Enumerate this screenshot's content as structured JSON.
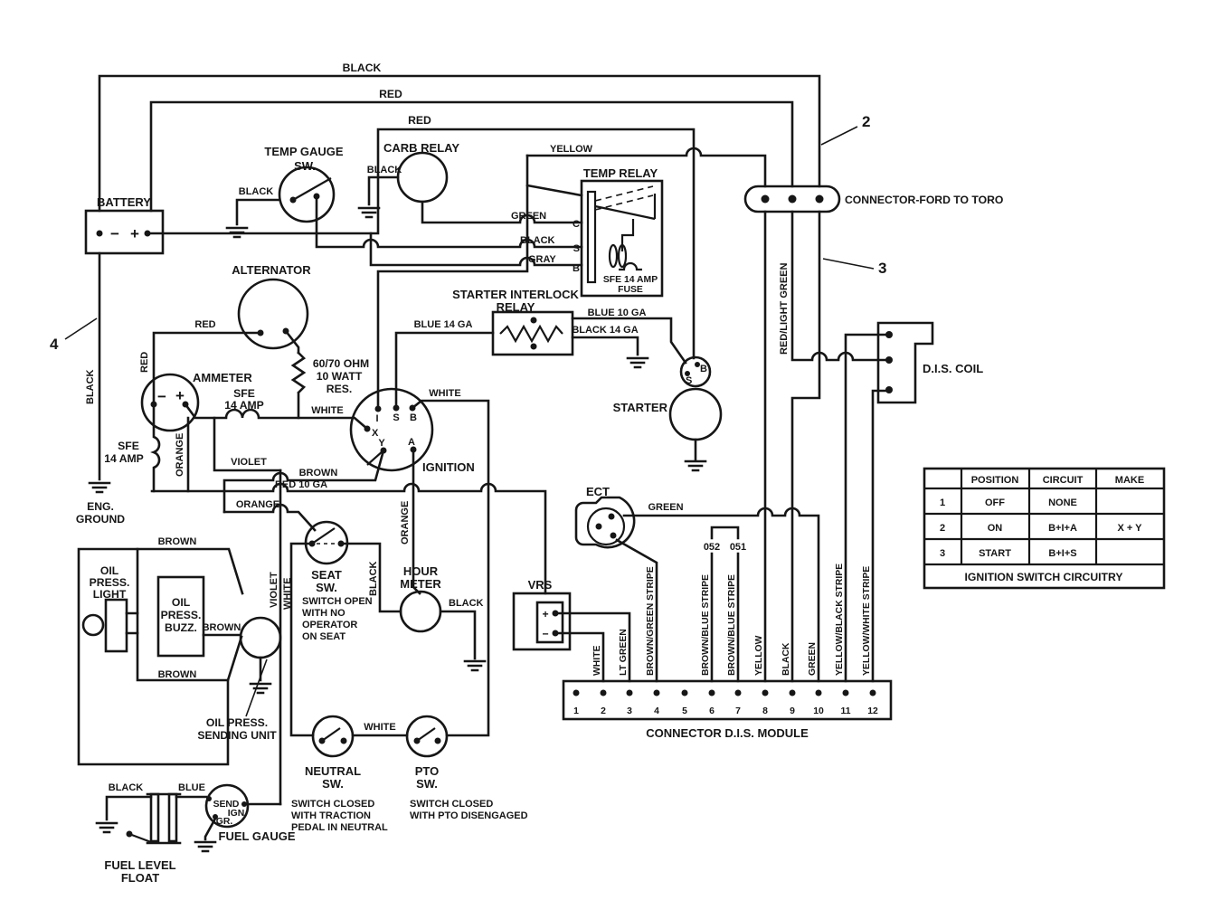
{
  "callouts": {
    "two": "2",
    "three": "3",
    "four": "4"
  },
  "battery": {
    "title": "BATTERY",
    "minus": "−",
    "plus": "+"
  },
  "wires": {
    "top_black": "BLACK",
    "top_red": "RED",
    "mid_red": "RED",
    "tempsw_black": "BLACK",
    "carb_black": "BLACK",
    "yellow": "YELLOW",
    "green": "GREEN",
    "black_s": "BLACK",
    "gray": "GRAY",
    "red_lt_green": "RED/LIGHT GREEN",
    "alt_red": "RED",
    "amm_red": "RED",
    "white_amm": "WHITE",
    "orange_amm": "ORANGE",
    "violet": "VIOLET",
    "brown": "BROWN",
    "red_10ga": "RED 10 GA",
    "orange_mid": "ORANGE",
    "orange_ign": "ORANGE",
    "blue_14ga": "BLUE 14 GA",
    "blue_10ga": "BLUE 10 GA",
    "black_14ga": "BLACK 14 GA",
    "white_ign": "WHITE",
    "violet_col": "VIOLET",
    "white_col": "WHITE",
    "black_seat": "BLACK",
    "black_hour": "BLACK",
    "green_ect": "GREEN",
    "white_neutral": "WHITE",
    "brown_top": "BROWN",
    "brown_mid": "BROWN",
    "brown_bot": "BROWN",
    "fuel_black": "BLACK",
    "fuel_blue": "BLUE"
  },
  "temp_gauge_sw": {
    "l1": "TEMP GAUGE",
    "l2": "SW."
  },
  "carb_relay": {
    "title": "CARB RELAY"
  },
  "temp_relay": {
    "title": "TEMP RELAY",
    "fuse1": "SFE 14 AMP",
    "fuse2": "FUSE",
    "c": "C",
    "s": "S",
    "b": "B"
  },
  "connector_ford": {
    "label": "CONNECTOR-FORD TO TORO"
  },
  "dis_coil": {
    "label": "D.I.S. COIL"
  },
  "alternator": {
    "title": "ALTERNATOR"
  },
  "ammeter": {
    "title": "AMMETER",
    "minus": "−",
    "plus": "+"
  },
  "sfe_right": {
    "l1": "SFE",
    "l2": "14 AMP"
  },
  "sfe_left": {
    "l1": "SFE",
    "l2": "14 AMP"
  },
  "resistor": {
    "l1": "60/70 OHM",
    "l2": "10 WATT",
    "l3": "RES."
  },
  "interlock": {
    "l1": "STARTER INTERLOCK",
    "l2": "RELAY"
  },
  "starter": {
    "title": "STARTER",
    "s": "S",
    "b": "B"
  },
  "ignition": {
    "title": "IGNITION",
    "i": "I",
    "s": "S",
    "b": "B",
    "x": "X",
    "y": "Y",
    "a": "A"
  },
  "eng_ground": {
    "l1": "ENG.",
    "l2": "GROUND"
  },
  "oil_light": {
    "l1": "OIL",
    "l2": "PRESS.",
    "l3": "LIGHT"
  },
  "oil_buzz": {
    "l1": "OIL",
    "l2": "PRESS.",
    "l3": "BUZZ."
  },
  "oil_sending": {
    "l1": "OIL PRESS.",
    "l2": "SENDING UNIT"
  },
  "seat": {
    "t1": "SEAT",
    "t2": "SW.",
    "n1": "SWITCH OPEN",
    "n2": "WITH NO",
    "n3": "OPERATOR",
    "n4": "ON SEAT"
  },
  "hour_meter": {
    "l1": "HOUR",
    "l2": "METER"
  },
  "ect": {
    "title": "ECT"
  },
  "vrs": {
    "title": "VRS",
    "plus": "+",
    "minus": "−"
  },
  "pins_051": "051",
  "pins_052": "052",
  "neutral": {
    "t1": "NEUTRAL",
    "t2": "SW.",
    "n1": "SWITCH CLOSED",
    "n2": "WITH TRACTION",
    "n3": "PEDAL IN NEUTRAL"
  },
  "pto": {
    "t1": "PTO",
    "t2": "SW.",
    "n1": "SWITCH CLOSED",
    "n2": "WITH PTO DISENGAGED"
  },
  "fuel_gauge": {
    "title": "FUEL GAUGE",
    "send": "SEND",
    "ign": "IGN",
    "gr": "GR."
  },
  "fuel_float": {
    "l1": "FUEL LEVEL",
    "l2": "FLOAT"
  },
  "module": {
    "title": "CONNECTOR D.I.S. MODULE",
    "pins": [
      "1",
      "2",
      "3",
      "4",
      "5",
      "6",
      "7",
      "8",
      "9",
      "10",
      "11",
      "12"
    ],
    "wires": [
      "WHITE",
      "LT GREEN",
      "BROWN/GREEN STRIPE",
      "BROWN/BLUE STRIPE",
      "BROWN/BLUE STRIPE",
      "YELLOW",
      "BLACK",
      "GREEN",
      "YELLOW/BLACK STRIPE",
      "YELLOW/WHITE STRIPE"
    ]
  },
  "table": {
    "headers": [
      "POSITION",
      "CIRCUIT",
      "MAKE"
    ],
    "rows": [
      [
        "1",
        "OFF",
        "NONE",
        ""
      ],
      [
        "2",
        "ON",
        "B+I+A",
        "X + Y"
      ],
      [
        "3",
        "START",
        "B+I+S",
        ""
      ]
    ],
    "footer": "IGNITION SWITCH CIRCUITRY"
  }
}
